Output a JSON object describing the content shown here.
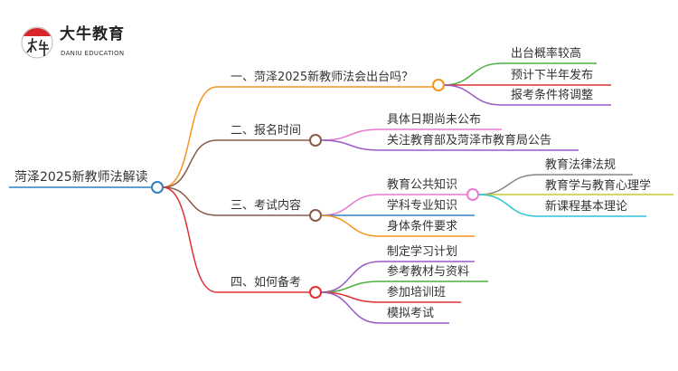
{
  "logo": {
    "title": "大牛教育",
    "subtitle": "DANIU EDUCATION",
    "mark_text": "大牛"
  },
  "root": {
    "label": "菏泽2025新教师法解读"
  },
  "branches": [
    {
      "label": "一、菏泽2025新教师法会出台吗？",
      "children": [
        {
          "label": "出台概率较高"
        },
        {
          "label": "预计下半年发布"
        },
        {
          "label": "报考条件将调整"
        }
      ]
    },
    {
      "label": "二、报名时间",
      "children": [
        {
          "label": "具体日期尚未公布"
        },
        {
          "label": "关注教育部及菏泽市教育局公告"
        }
      ]
    },
    {
      "label": "三、考试内容",
      "children": [
        {
          "label": "教育公共知识",
          "children": [
            {
              "label": "教育法律法规"
            },
            {
              "label": "教育学与教育心理学"
            },
            {
              "label": "新课程基本理论"
            }
          ]
        },
        {
          "label": "学科专业知识"
        },
        {
          "label": "身体条件要求"
        }
      ]
    },
    {
      "label": "四、如何备考",
      "children": [
        {
          "label": "制定学习计划"
        },
        {
          "label": "参考教材与资料"
        },
        {
          "label": "参加培训班"
        },
        {
          "label": "模拟考试"
        }
      ]
    }
  ],
  "colors": {
    "root": "#2f7fc1",
    "b1": "#f7941d",
    "b2": "#8b5a4a",
    "b3": "#8b5a4a",
    "b4": "#e03030"
  }
}
